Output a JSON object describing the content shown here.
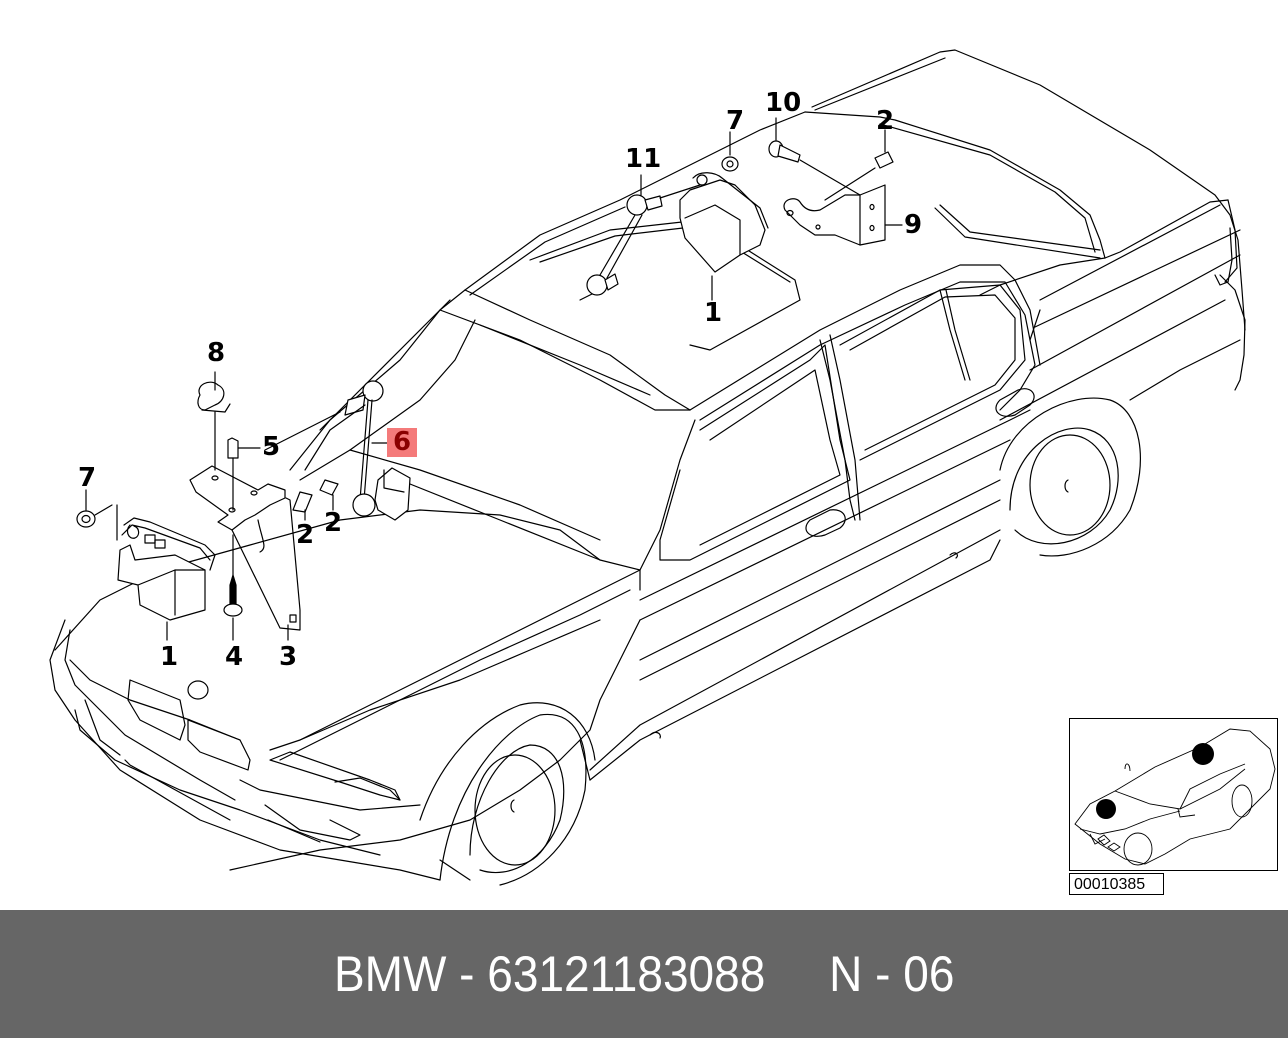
{
  "diagram": {
    "title": "Headlight vertical aim control sensor — exploded view",
    "highlighted_part": "6",
    "highlight_color": "#f47a7a",
    "callouts": [
      {
        "id": "c1a",
        "label": "1"
      },
      {
        "id": "c1b",
        "label": "1"
      },
      {
        "id": "c2a",
        "label": "2"
      },
      {
        "id": "c2b",
        "label": "2"
      },
      {
        "id": "c2c",
        "label": "2"
      },
      {
        "id": "c3",
        "label": "3"
      },
      {
        "id": "c4",
        "label": "4"
      },
      {
        "id": "c5",
        "label": "5"
      },
      {
        "id": "c6",
        "label": "6"
      },
      {
        "id": "c7a",
        "label": "7"
      },
      {
        "id": "c7b",
        "label": "7"
      },
      {
        "id": "c8",
        "label": "8"
      },
      {
        "id": "c9",
        "label": "9"
      },
      {
        "id": "c10",
        "label": "10"
      },
      {
        "id": "c11",
        "label": "11"
      }
    ]
  },
  "inset": {
    "description": "Vehicle location overview with two sensor positions marked",
    "code": "00010385"
  },
  "footer": {
    "text": "BMW - 63121183088     N - 06",
    "brand": "BMW",
    "part_number": "63121183088",
    "position": "N - 06",
    "background": "#666666"
  }
}
